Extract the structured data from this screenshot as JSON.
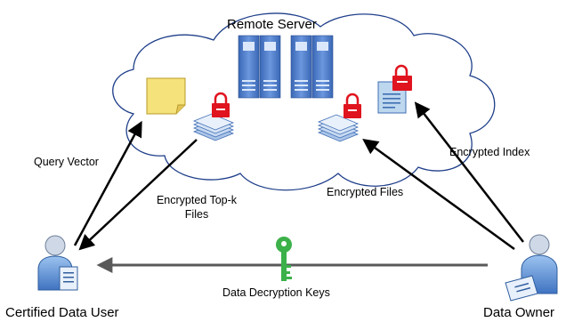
{
  "server_label": "Remote Server",
  "edges": {
    "query_vector": "Query Vector",
    "encrypted_topk_line1": "Encrypted Top-k",
    "encrypted_topk_line2": "Files",
    "encrypted_files": "Encrypted Files",
    "encrypted_index": "Encrypted Index",
    "decryption_keys": "Data Decryption Keys"
  },
  "actors": {
    "user": "Certified Data User",
    "owner": "Data Owner"
  },
  "colors": {
    "cloud_stroke": "#1f3f8a",
    "arrow": "#000000",
    "key_arrow": "#595959",
    "server": "#4a79c8",
    "lock": "#e0141e",
    "key": "#3cb14a",
    "note": "#f5e27a",
    "document": "#bdd7ee"
  },
  "icons": [
    "cloud-icon",
    "server-rack-icon",
    "sticky-note-icon",
    "file-stack-icon",
    "lock-icon",
    "document-icon",
    "key-icon",
    "person-icon"
  ]
}
